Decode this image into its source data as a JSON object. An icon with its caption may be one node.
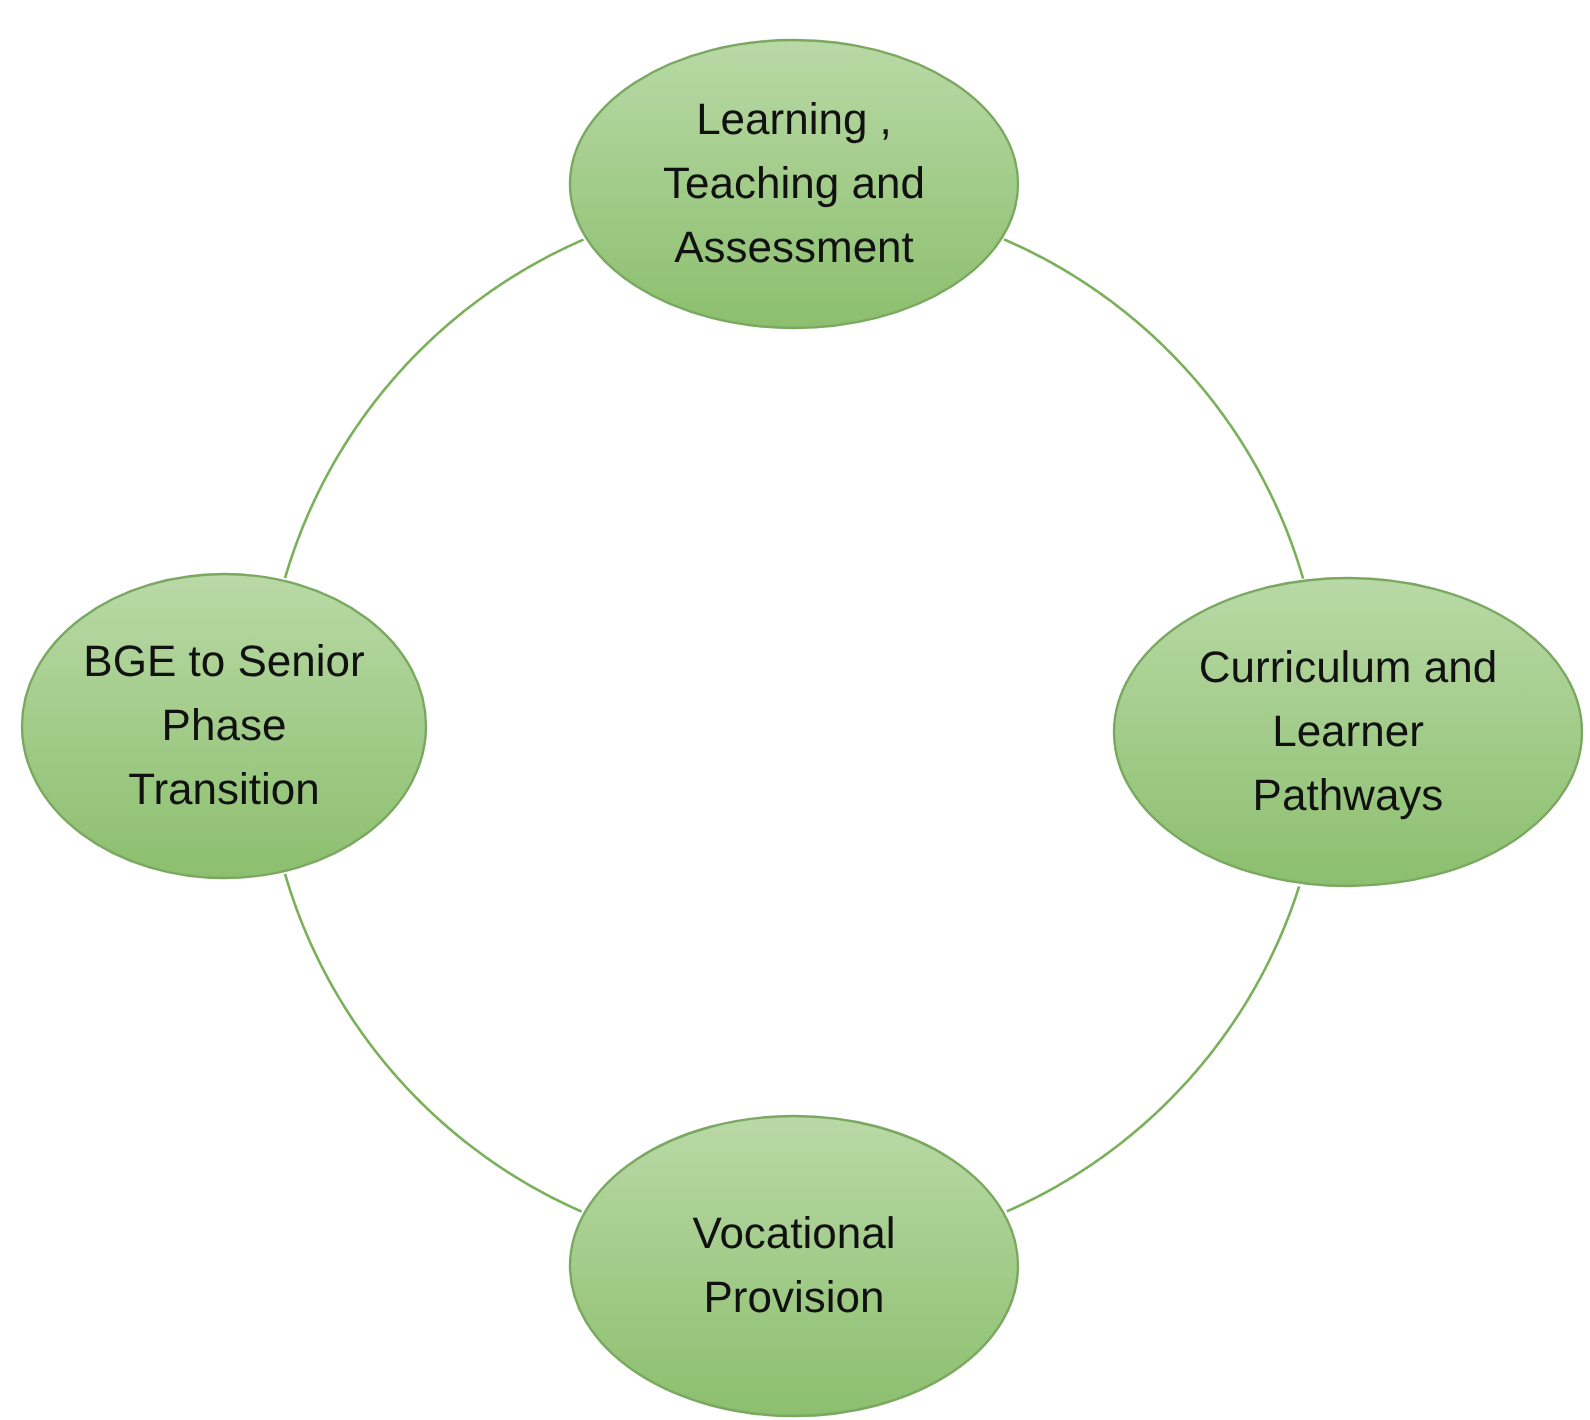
{
  "diagram": {
    "nodes": [
      {
        "text": [
          "Learning , Teaching and Assessment"
        ]
      },
      {
        "text": [
          "BGE to Senior Phase Transition"
        ]
      },
      {
        "text": [
          "Curriculum and Learner Pathways"
        ]
      },
      {
        "text": [
          "Vocational Provision"
        ]
      }
    ],
    "edges": [
      {
        "from": 0,
        "to": 2,
        "arrow": "none"
      },
      {
        "from": 2,
        "to": 3,
        "arrow": "none"
      },
      {
        "from": 3,
        "to": 1,
        "arrow": "none"
      },
      {
        "from": 1,
        "to": 0,
        "arrow": "none"
      }
    ]
  }
}
